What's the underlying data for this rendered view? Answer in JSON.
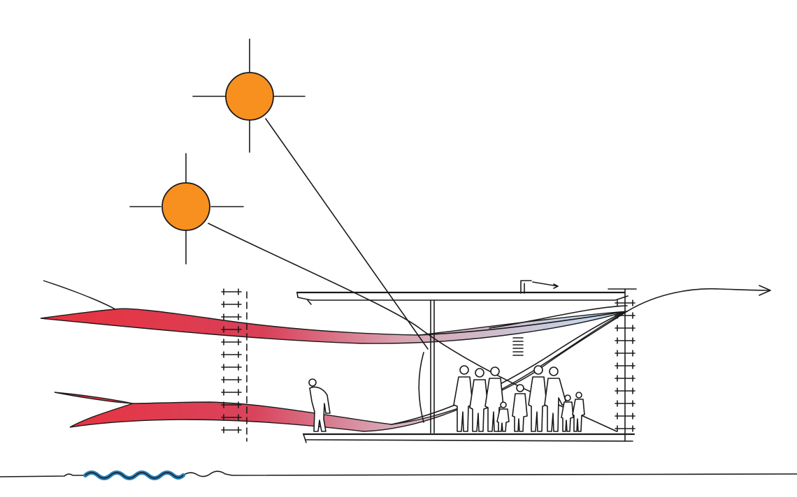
{
  "diagram": {
    "type": "architectural-climate-section-sketch",
    "suns": [
      {
        "id": "high-sun",
        "icon": "sun-icon"
      },
      {
        "id": "low-sun",
        "icon": "sun-icon"
      }
    ],
    "airflows": [
      {
        "id": "upper-airflow",
        "icon": "airflow-arrow-icon"
      },
      {
        "id": "lower-airflow",
        "icon": "airflow-arrow-icon"
      }
    ],
    "colors": {
      "sun_fill": "#f7901e",
      "airflow_warm": "#e8323f",
      "airflow_mid": "#d9a5b3",
      "airflow_cool": "#bfe0f2",
      "water": "#2a7fb5",
      "ink": "#1a1a1a"
    }
  }
}
